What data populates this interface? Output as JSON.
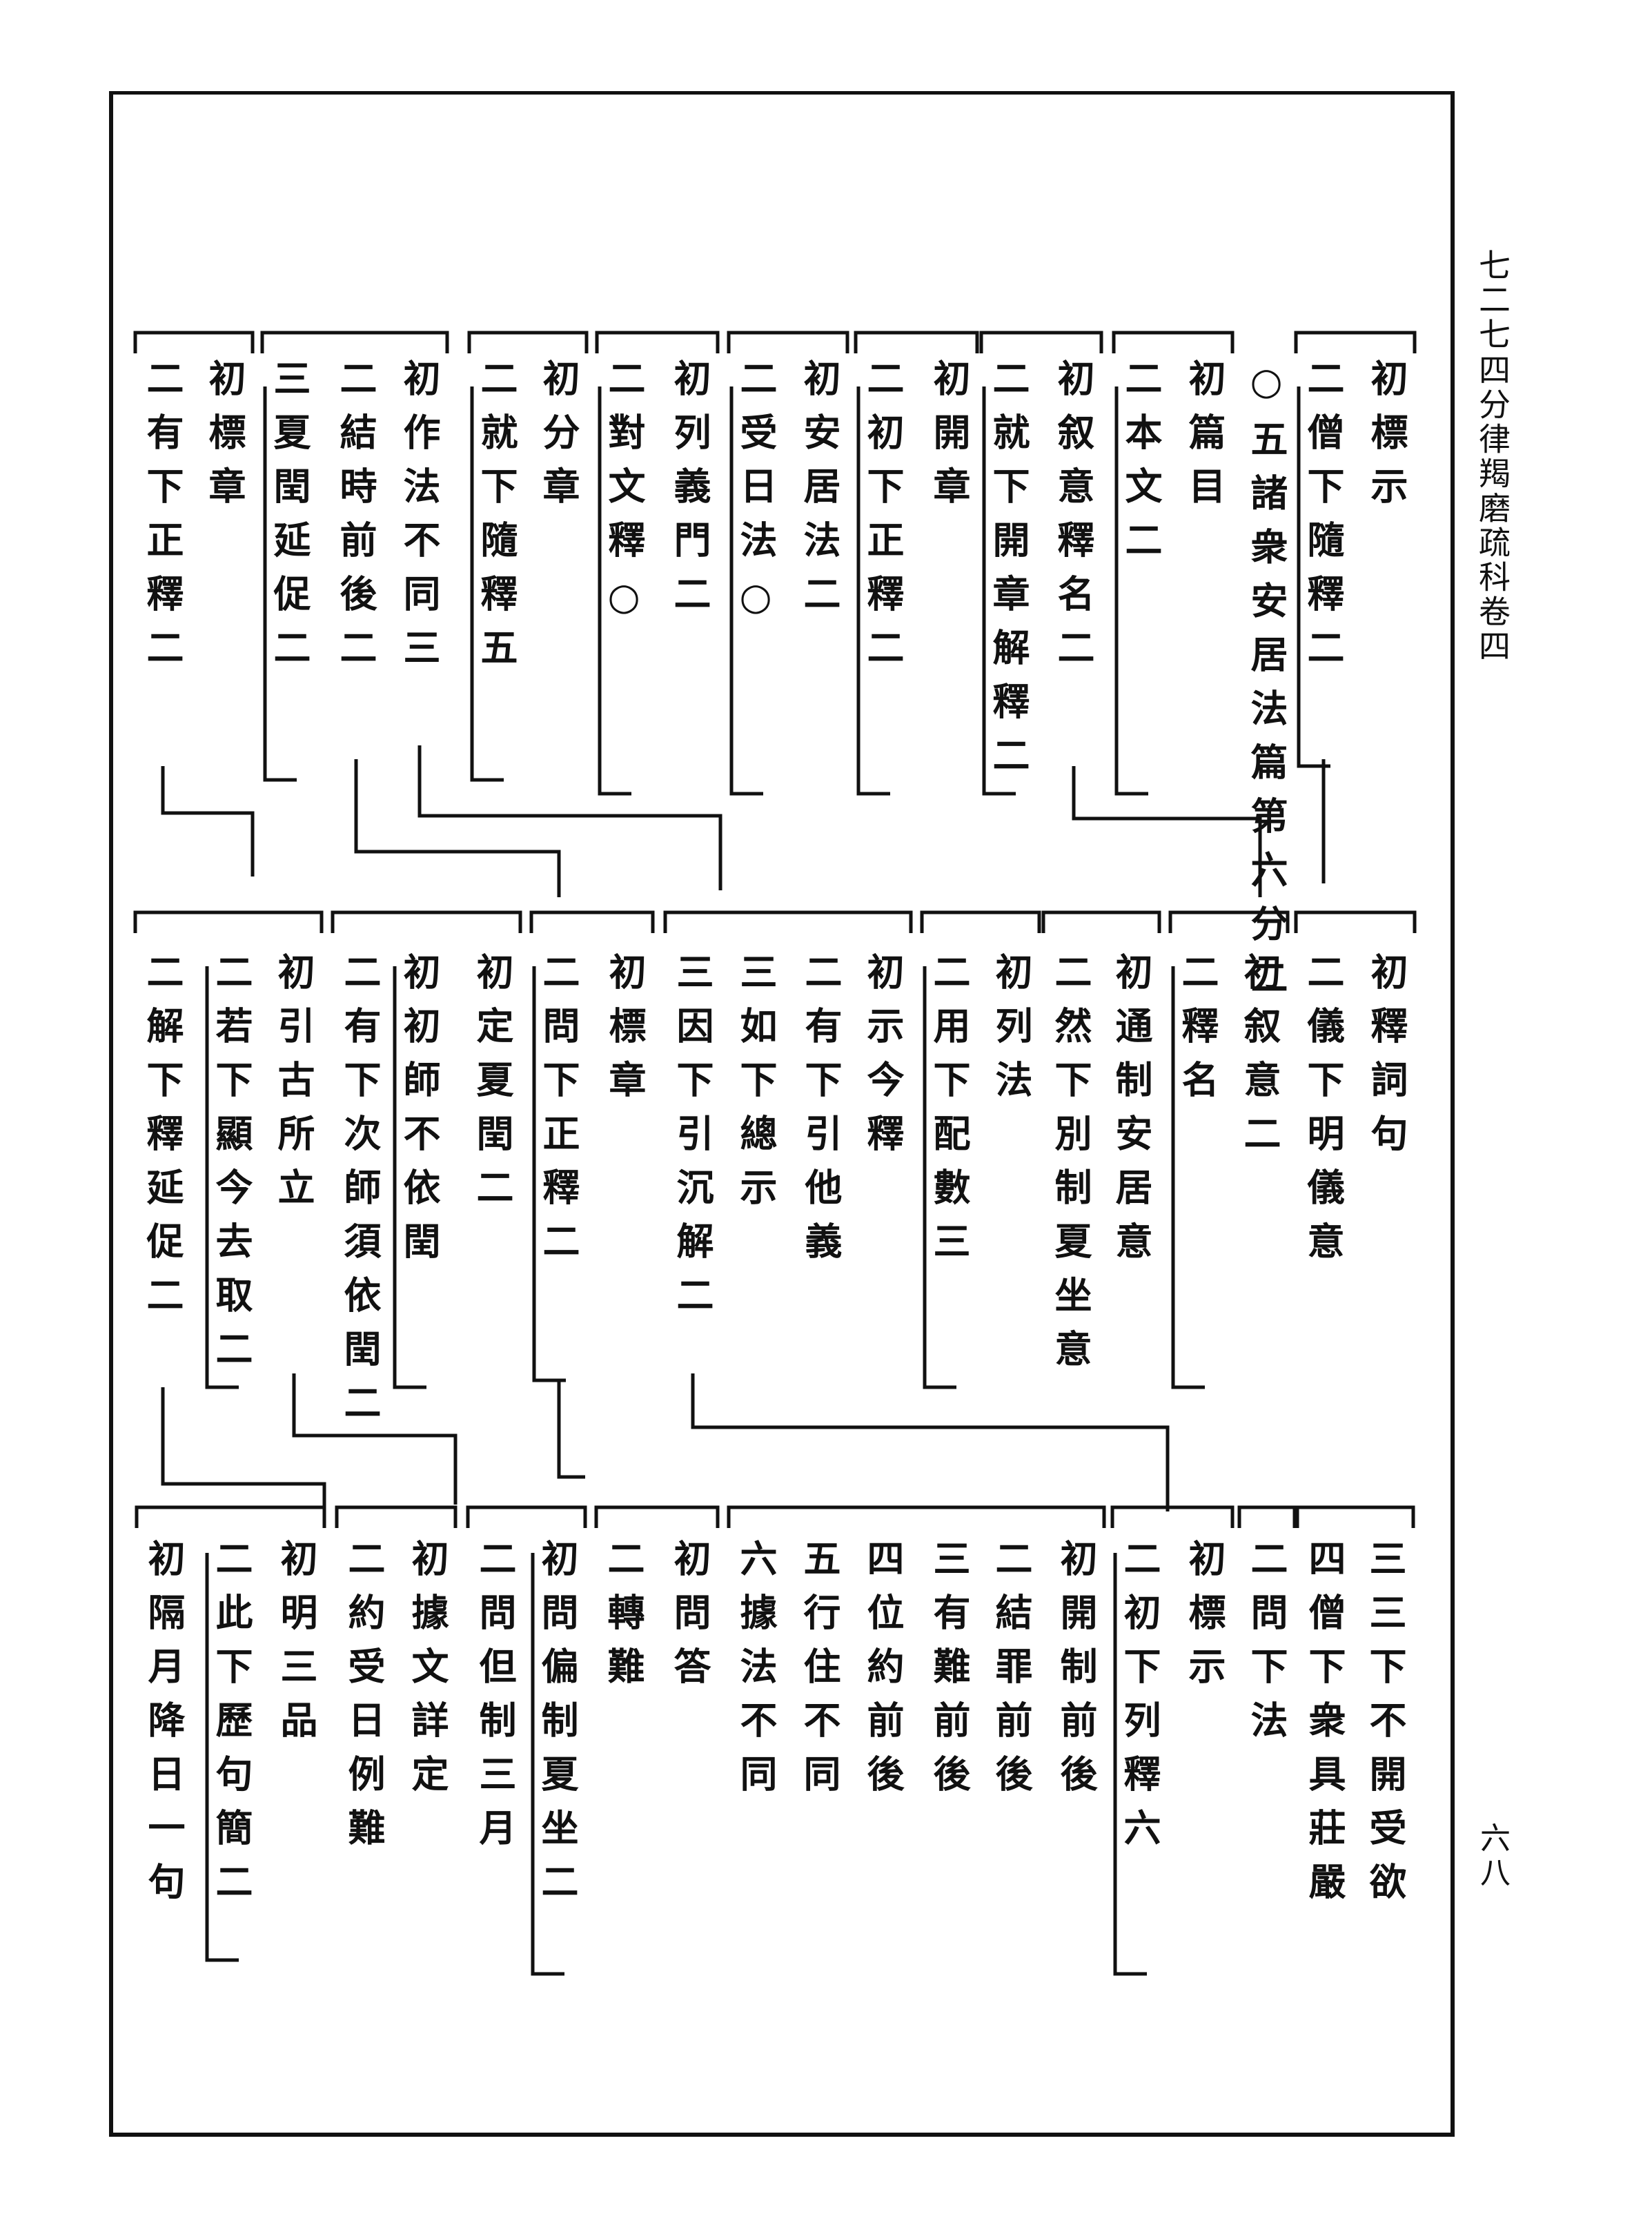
{
  "header": {
    "leaf_number": "七二七",
    "book_title": "四分律羯磨疏科卷四",
    "page_number": "六八"
  },
  "row1": [
    "初標示",
    "二僧下隨釋二",
    "○五諸衆安居法篇第六分二",
    "初篇目",
    "二本文二",
    "初叙意釋名二",
    "二就下開章解釋二",
    "初開章",
    "二初下正釋二",
    "初安居法二",
    "二受日法○",
    "初列義門二",
    "二對文釋○",
    "初分章",
    "二就下隨釋五",
    "初作法不同三",
    "二結時前後二",
    "三夏閏延促二",
    "初標章",
    "二有下正釋二"
  ],
  "row2": [
    "初釋詞句",
    "二儀下明儀意",
    "初叙意二",
    "二釋名",
    "初通制安居意",
    "二然下別制夏坐意",
    "初列法",
    "二用下配數三",
    "初示今釋",
    "二有下引他義",
    "三如下總示",
    "三因下引沉解二",
    "初標章",
    "二問下正釋二",
    "初定夏閏二",
    "初初師不依閏",
    "二有下次師須依閏二",
    "初引古所立",
    "二若下顯今去取二",
    "二解下釋延促二"
  ],
  "row3": [
    "三三下不開受欲",
    "四僧下衆具莊嚴",
    "二問下法",
    "初標示",
    "二初下列釋六",
    "初開制前後",
    "二結罪前後",
    "三有難前後",
    "四位約前後",
    "五行住不同",
    "六據法不同",
    "初問答",
    "二轉難",
    "初問偏制夏坐二",
    "二問但制三月",
    "初據文詳定",
    "二約受日例難",
    "初明三品",
    "二此下歷句簡二",
    "初隔月降日一句"
  ]
}
